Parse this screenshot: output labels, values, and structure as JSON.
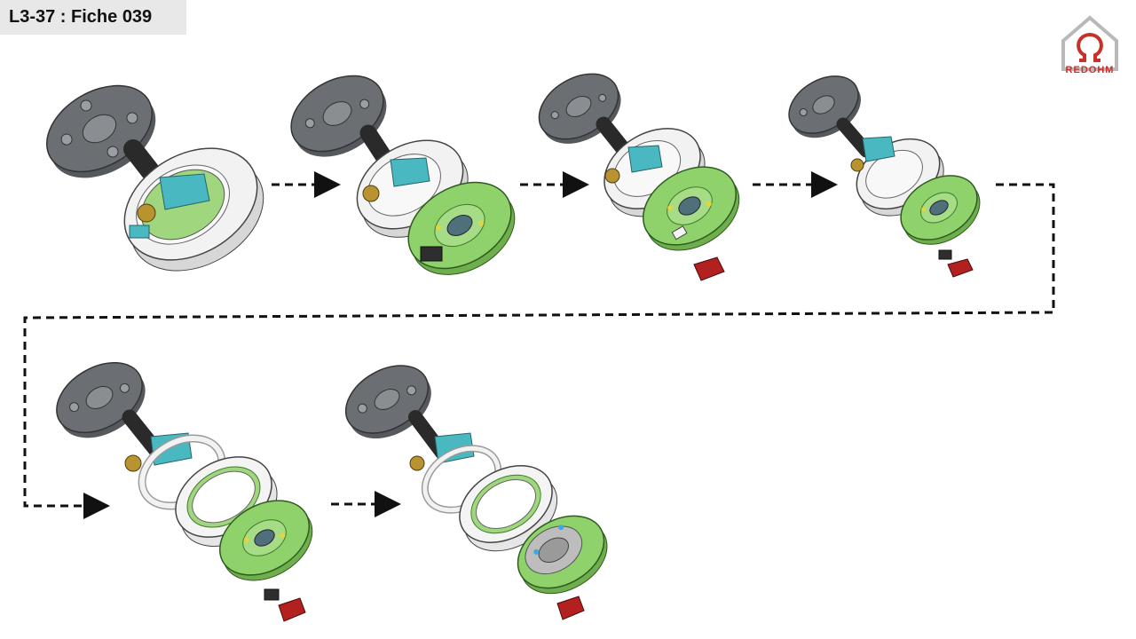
{
  "header": {
    "title": "L3-37 : Fiche 039"
  },
  "logo": {
    "text": "REDOHM",
    "color": "#c8302a"
  },
  "colors": {
    "mount_plate": "#6b6e72",
    "shaft": "#2a2a2a",
    "bracket": "#49b8c0",
    "housing": "#f2f2f2",
    "lens_plate": "#8fd16a",
    "switch_red": "#b22020",
    "brass": "#b9932f",
    "arrow": "#111111"
  },
  "steps": [
    {
      "id": 1,
      "parts": [
        "mount",
        "housing-full"
      ]
    },
    {
      "id": 2,
      "parts": [
        "mount",
        "housing",
        "lens-plate",
        "switch-attached"
      ]
    },
    {
      "id": 3,
      "parts": [
        "mount",
        "housing",
        "lens-plate",
        "switch-red"
      ]
    },
    {
      "id": 4,
      "parts": [
        "mount",
        "housing",
        "lens-plate",
        "board",
        "switch-red"
      ]
    },
    {
      "id": 5,
      "parts": [
        "mount",
        "frame-ring",
        "green-ring",
        "lens-plate",
        "board",
        "switch-red"
      ]
    },
    {
      "id": 6,
      "parts": [
        "mount",
        "frame-ring",
        "green-ring",
        "lens-plate-dome",
        "switch-red"
      ]
    }
  ]
}
